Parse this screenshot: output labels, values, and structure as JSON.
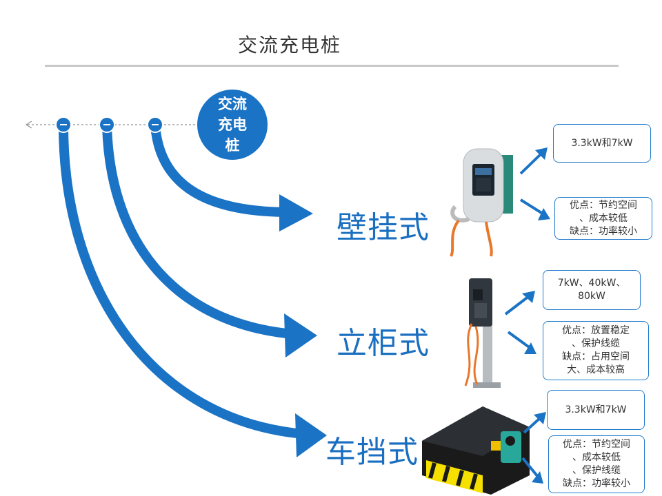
{
  "title": "交流充电桩",
  "hub": {
    "line1": "交流",
    "line2": "充电",
    "line3": "桩"
  },
  "types": [
    {
      "label": "壁挂式",
      "power": "3.3kW和7kW",
      "notes": [
        "优点：节约空间",
        "、成本较低",
        "缺点：功率较小"
      ]
    },
    {
      "label": "立柜式",
      "power": "7kW、40kW、80kW",
      "notes": [
        "优点：放置稳定",
        "、保护线缆",
        "缺点：占用空间",
        "大、成本较高"
      ]
    },
    {
      "label": "车挡式",
      "power": "3.3kW和7kW",
      "notes": [
        "优点：节约空间",
        "、成本较低",
        "、保护线缆",
        "缺点：功率较小"
      ]
    }
  ],
  "colors": {
    "primary": "#1a73c4",
    "cable": "#e8772a",
    "stripe": "#f5e000"
  }
}
